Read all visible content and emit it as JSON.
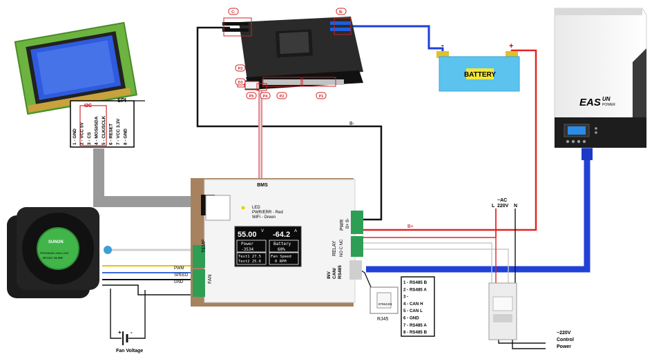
{
  "lcd": {
    "spi_label": "SPI",
    "i2c_label": "I2C",
    "pins": [
      "1 - GND",
      "2 - VCC 5V",
      "3 - CS",
      "4 - MOSI/SDA",
      "5 - CLK/SCLK",
      "6 - RESET",
      "7 - VCC 3.3V",
      "8 - GND"
    ]
  },
  "bms": {
    "c_minus": "C-",
    "b_minus": "B-",
    "ports": [
      "P3",
      "D3",
      "P5",
      "P4",
      "P2",
      "P1"
    ]
  },
  "battery": {
    "label": "BATTERY",
    "minus": "-",
    "plus": "+"
  },
  "inverter": {
    "brand_main": "EAS",
    "brand_sub": "UN",
    "brand_tag": "POWER"
  },
  "device": {
    "bms_port": "BMS",
    "led_label": "LED",
    "led_line1": "PWR/ERR - Red",
    "led_line2": "WiFi - Green",
    "temp": "TEMP",
    "fan": "FAN",
    "pwr": "PWR",
    "relay": "RELAY",
    "relay_pins": "NO C NC",
    "bplus_minus": "B+  B-",
    "inv_can": "INV\nCAN/\nRS485",
    "oled": {
      "voltage": "55.00",
      "voltage_unit": "V",
      "current": "-64.2",
      "current_unit": "A",
      "power_label": "Power",
      "power_value": "-3534",
      "battery_label": "Battery",
      "battery_value": "60%",
      "temp1": "Text1 27.5",
      "temp2": "Text2 25.6",
      "fan_label": "Fan Speed",
      "fan_value": "0 RPM"
    }
  },
  "wires": {
    "b_minus": "B-",
    "b_plus": "B+",
    "pwm": "PWM",
    "speed": "SPEED",
    "gnd": "GND"
  },
  "fan": {
    "brand": "SUNON",
    "model": "PF60381B1-000U-G99",
    "rating": "DC12V  15.6W",
    "voltage_label": "Fan Voltage",
    "plus": "+",
    "minus": "-"
  },
  "ac": {
    "title": "~AC",
    "voltage": "220V",
    "l": "L",
    "n": "N",
    "control_line1": "~220V",
    "control_line2": "Control",
    "control_line3": "Power"
  },
  "rj45": {
    "label": "RJ45",
    "pin_numbers": "87654321",
    "pins": [
      "1 - RS485 B",
      "2 - RS485 A",
      "3 -",
      "4 - CAN H",
      "5 - CAN L",
      "6 - GND",
      "7 - RS485 A",
      "8 - RS485 B"
    ]
  }
}
